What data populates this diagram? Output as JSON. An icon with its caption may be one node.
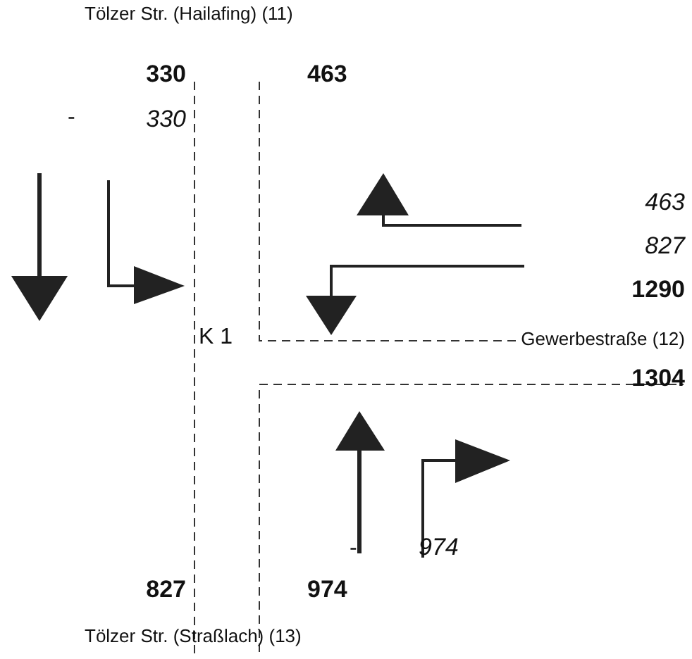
{
  "diagram": {
    "labels": [
      "Tölzer Str. (Hailafing) (11)",
      "330",
      "463",
      "-",
      "330",
      "463",
      "827",
      "1290",
      "K 1",
      "Gewerbestraße (12)",
      "1304",
      "-",
      "974",
      "827",
      "974",
      "Tölzer Str. (Straßlach) (13)"
    ]
  }
}
